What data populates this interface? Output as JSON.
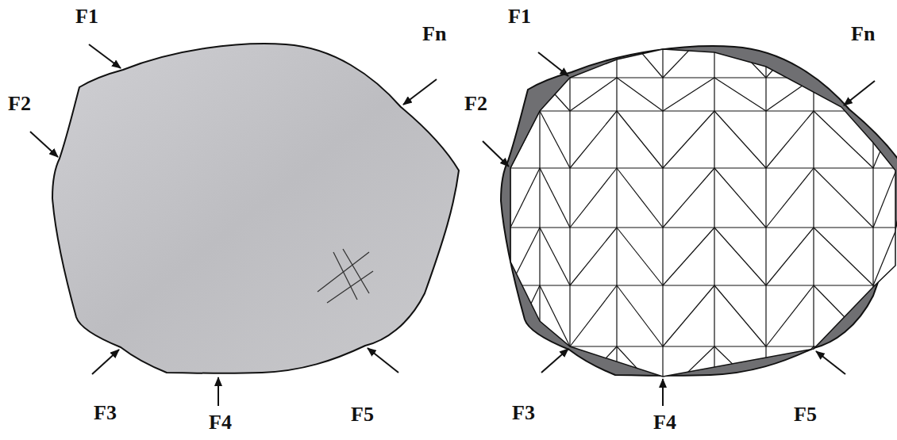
{
  "diagram": {
    "labels": [
      "F1",
      "F2",
      "Fn",
      "F3",
      "F4",
      "F5",
      "F1",
      "F2",
      "Fn",
      "F3",
      "F4",
      "F5"
    ]
  }
}
